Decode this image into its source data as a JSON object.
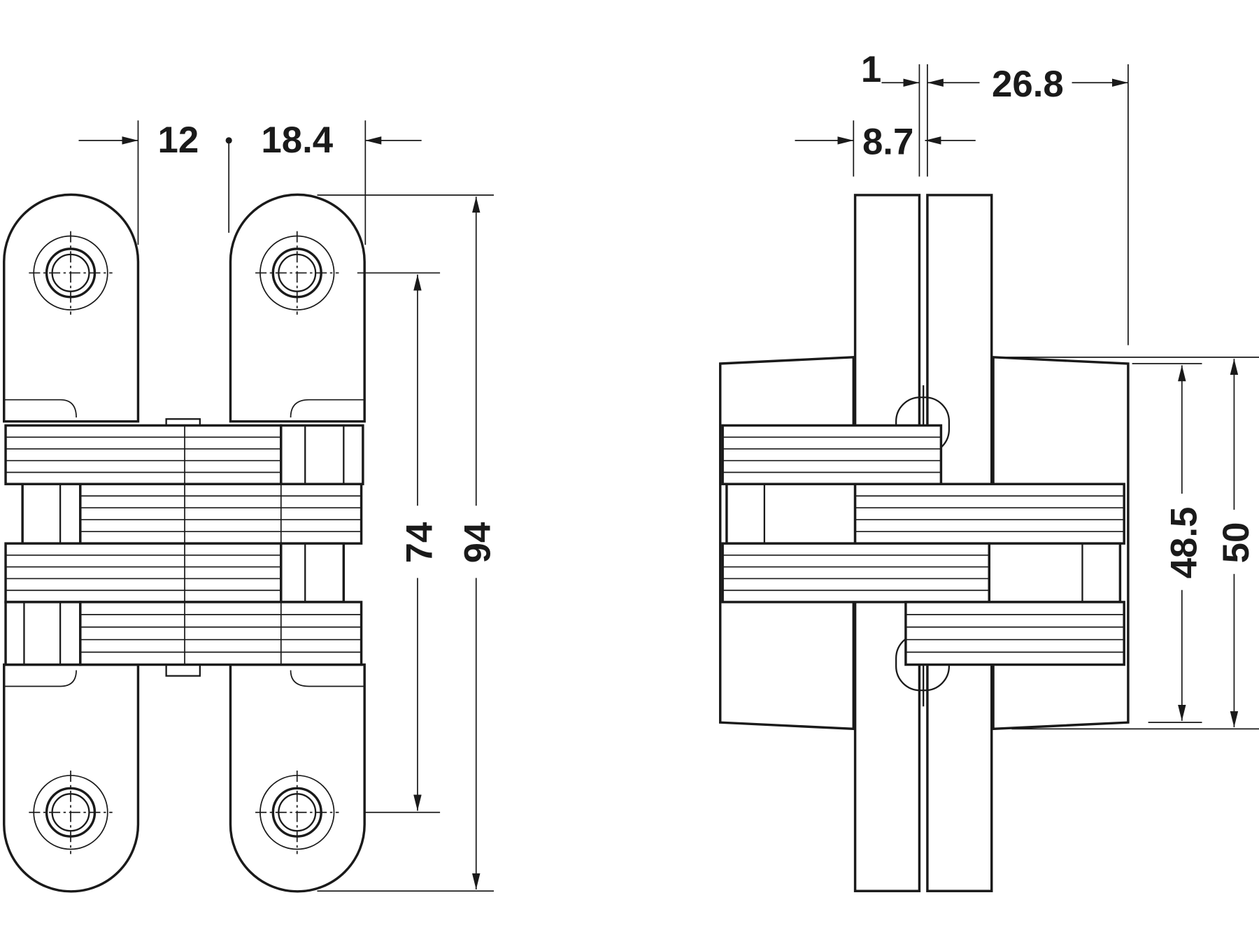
{
  "title": "Concealed hinge dimensional drawing",
  "front_view": {
    "dimensions": {
      "left_width": "12",
      "right_width": "18.4",
      "hole_spacing": "74",
      "total_height": "94"
    }
  },
  "side_view": {
    "dimensions": {
      "gap": "1",
      "depth": "26.8",
      "plate_thickness": "8.7",
      "body_height": "48.5",
      "body_total": "50"
    }
  },
  "colors": {
    "line": "#1a1a1a",
    "background": "#ffffff"
  }
}
